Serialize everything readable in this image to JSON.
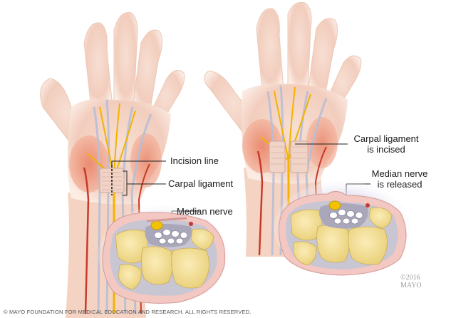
{
  "labels": {
    "incision_line": "Incision line",
    "carpal_ligament": "Carpal ligament",
    "median_nerve_left": "Median nerve",
    "carpal_ligament_incised_l1": "Carpal ligament",
    "carpal_ligament_incised_l2": "is incised",
    "median_nerve_released_l1": "Median nerve",
    "median_nerve_released_l2": "is released"
  },
  "copyright": {
    "year_line": "©2016",
    "brand_line": "MAYO"
  },
  "footer": "© MAYO FOUNDATION FOR MEDICAL EDUCATION AND RESEARCH. ALL RIGHTS RESERVED.",
  "colors": {
    "skin": "#f4d6c6",
    "muscle": "#e06a4d",
    "bone": "#f1dc8e",
    "nerve": "#f2c200",
    "tissue_ring": "#f3c7c2",
    "sheath": "#c9c6d4",
    "vessel_red": "#c83a2a"
  }
}
